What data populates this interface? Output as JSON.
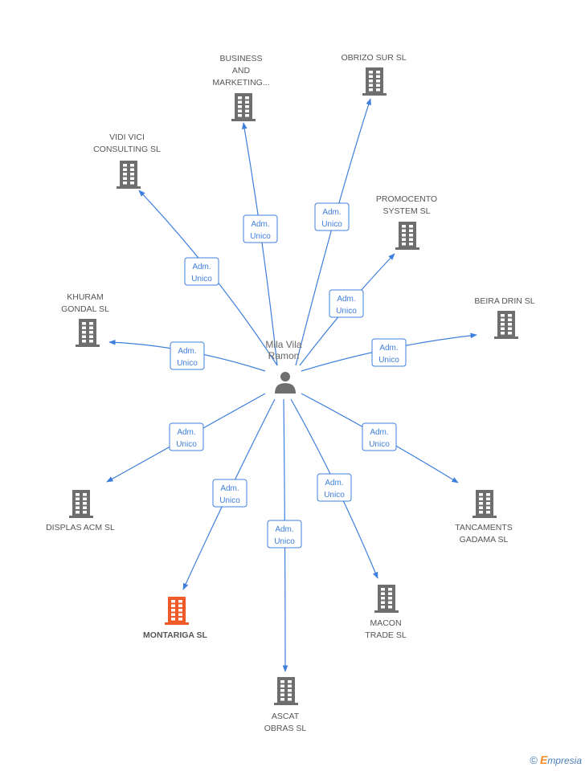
{
  "center": {
    "label_lines": [
      "Mila Vila",
      "Ramon"
    ],
    "icon": "person-icon"
  },
  "relation_label_lines": [
    "Adm.",
    "Unico"
  ],
  "colors": {
    "edge": "#3f7fdc",
    "building": "#6e6e6e",
    "highlight_building": "#f05a28"
  },
  "companies": [
    {
      "id": "business-and-marketing",
      "label_lines": [
        "BUSINESS",
        "AND",
        "MARKETING..."
      ],
      "highlight": false
    },
    {
      "id": "obrizo-sur",
      "label_lines": [
        "OBRIZO SUR SL"
      ],
      "highlight": false
    },
    {
      "id": "vidi-vici-consulting",
      "label_lines": [
        "VIDI VICI",
        "CONSULTING SL"
      ],
      "highlight": false
    },
    {
      "id": "promocento-system",
      "label_lines": [
        "PROMOCENTO",
        "SYSTEM SL"
      ],
      "highlight": false
    },
    {
      "id": "khuram-gondal",
      "label_lines": [
        "KHURAM",
        "GONDAL SL"
      ],
      "highlight": false
    },
    {
      "id": "beira-drin",
      "label_lines": [
        "BEIRA DRIN SL"
      ],
      "highlight": false
    },
    {
      "id": "displas-acm",
      "label_lines": [
        "DISPLAS ACM SL"
      ],
      "highlight": false
    },
    {
      "id": "tancaments-gadama",
      "label_lines": [
        "TANCAMENTS",
        "GADAMA SL"
      ],
      "highlight": false
    },
    {
      "id": "montariga",
      "label_lines": [
        "MONTARIGA SL"
      ],
      "highlight": true
    },
    {
      "id": "macon-trade",
      "label_lines": [
        "MACON",
        "TRADE SL"
      ],
      "highlight": false
    },
    {
      "id": "ascat-obras",
      "label_lines": [
        "ASCAT",
        "OBRAS SL"
      ],
      "highlight": false
    }
  ],
  "branding": {
    "copyright_symbol": "©",
    "brand_initial": "E",
    "brand_rest": "mpresia"
  }
}
